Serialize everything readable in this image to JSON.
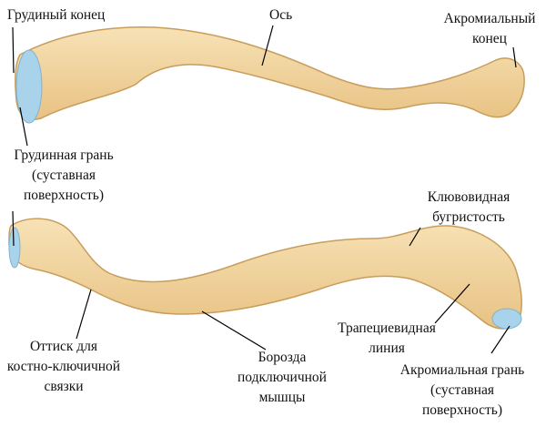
{
  "colors": {
    "bone": "#f3d59c",
    "bone_edge": "#c89d5c",
    "facet": "#a9d3ea",
    "leader": "#000000"
  },
  "labels": {
    "sternal_end": "Грудиный конец",
    "shaft": "Ось",
    "acromial_end": [
      "Акромиальный",
      "конец"
    ],
    "sternal_facet": [
      "Грудинная грань",
      "(суставная",
      "поверхность)"
    ],
    "conoid_tubercle": [
      "Клювовидная",
      "бугристость"
    ],
    "costoclavicular_impression": [
      "Оттиск для",
      "костно-ключичной",
      "связки"
    ],
    "subclavian_groove": [
      "Борозда",
      "подключичной",
      "мышцы"
    ],
    "trapezoid_line": [
      "Трапециевидная",
      "линия"
    ],
    "acromial_facet": [
      "Акромиальная грань",
      "(суставная",
      "поверхность)"
    ]
  }
}
